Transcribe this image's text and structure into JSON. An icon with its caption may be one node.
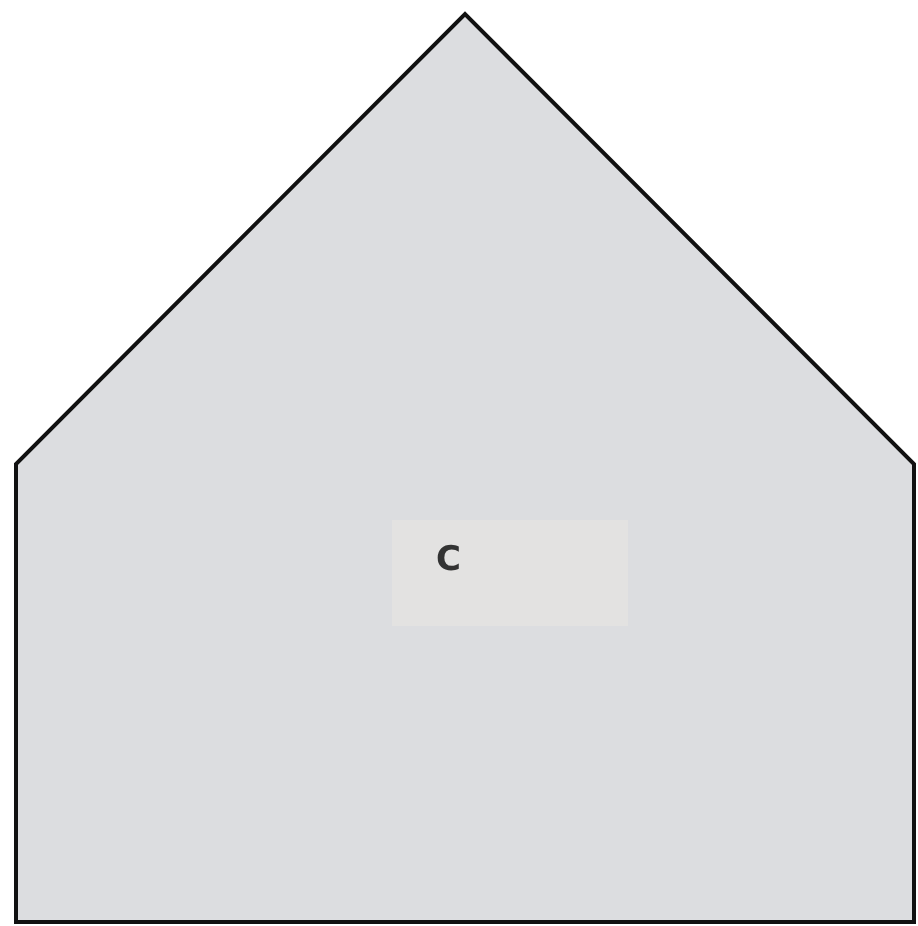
{
  "diagram": {
    "nodes": [
      {
        "text": [],
        "shape": "pentagon"
      },
      {
        "text": [
          "C"
        ],
        "in": 0
      }
    ]
  }
}
